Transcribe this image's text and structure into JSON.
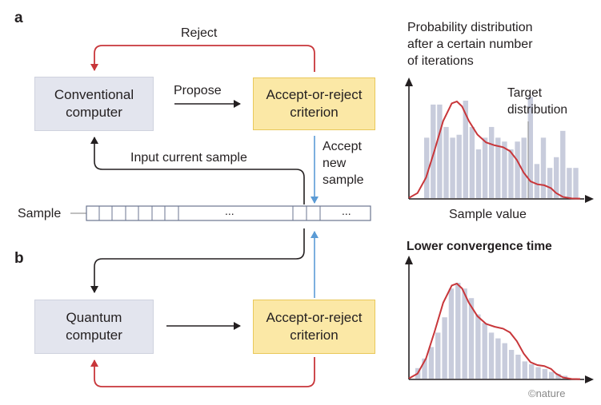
{
  "panels": {
    "a": "a",
    "b": "b"
  },
  "top": {
    "conventional_computer": "Conventional\ncomputer",
    "criterion": "Accept-or-reject\ncriterion",
    "reject_label": "Reject",
    "propose_label": "Propose",
    "input_label": "Input current sample",
    "accept_label": "Accept\nnew\nsample"
  },
  "sample": {
    "label": "Sample",
    "ellipsis_1": "...",
    "ellipsis_2": "..."
  },
  "bottom": {
    "quantum_computer": "Quantum\ncomputer",
    "criterion": "Accept-or-reject\ncriterion"
  },
  "chart_top": {
    "title": "Probability distribution\nafter a certain number\nof iterations",
    "target_label": "Target\ndistribution",
    "xlabel": "Sample value"
  },
  "chart_bottom": {
    "title": "Lower convergence time"
  },
  "credit": "©nature",
  "colors": {
    "red": "#c8363a",
    "blue": "#5b9bd5",
    "black": "#231f20",
    "bar": "#c8ccdc"
  },
  "chart_data": [
    {
      "type": "bar",
      "title": "Probability distribution after a certain number of iterations",
      "xlabel": "Sample value",
      "ylabel": "",
      "ylim": [
        0,
        1
      ],
      "values": [
        0.62,
        0.96,
        0.96,
        0.73,
        0.62,
        0.65,
        1.0,
        0.73,
        0.5,
        0.62,
        0.73,
        0.62,
        0.58,
        0.5,
        0.58,
        0.62,
        1.04,
        0.35,
        0.62,
        0.31,
        0.42,
        0.69,
        0.31,
        0.31
      ],
      "curve": "target distribution",
      "annotation": "Target distribution"
    },
    {
      "type": "bar",
      "title": "Lower convergence time",
      "xlabel": "",
      "ylabel": "",
      "ylim": [
        0,
        1
      ],
      "values": [
        0.11,
        0.21,
        0.33,
        0.48,
        0.64,
        0.94,
        1.0,
        0.94,
        0.84,
        0.67,
        0.58,
        0.48,
        0.42,
        0.37,
        0.3,
        0.25,
        0.18,
        0.15,
        0.12,
        0.1,
        0.07,
        0.05,
        0.03
      ],
      "curve": "target distribution"
    }
  ]
}
